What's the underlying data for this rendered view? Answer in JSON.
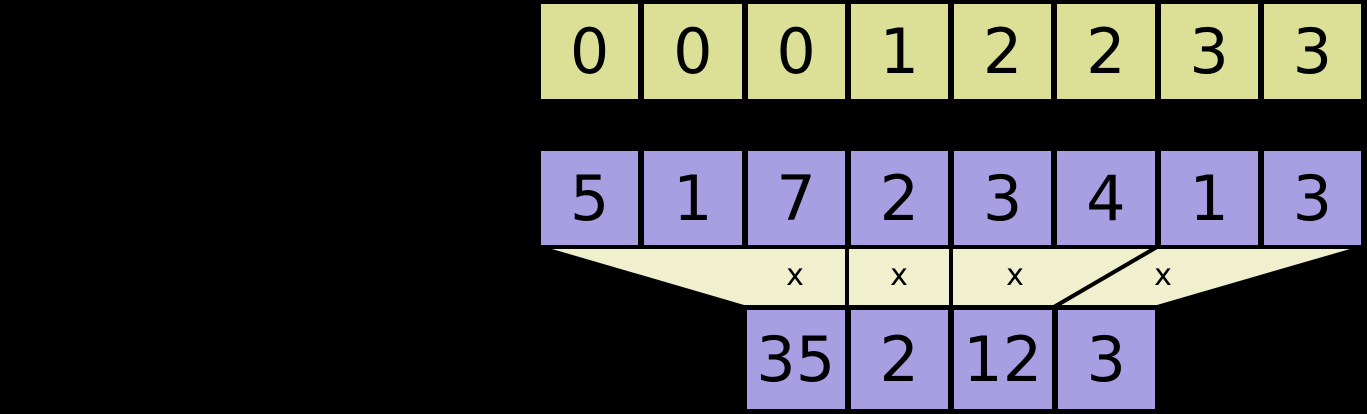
{
  "diagram": {
    "title": "segmented-reduction",
    "background_color": "#000000",
    "colors": {
      "segment_fill": "#dcdf96",
      "value_fill": "#a89ee2",
      "connector_fill": "#f0f0ce",
      "stroke": "#000000"
    }
  },
  "segment_row": {
    "name": "segment-ids",
    "fill": "#dcdf96",
    "cells": [
      "0",
      "0",
      "0",
      "1",
      "2",
      "2",
      "3",
      "3"
    ]
  },
  "value_row": {
    "name": "values",
    "fill": "#a89ee2",
    "cells": [
      "5",
      "1",
      "7",
      "2",
      "3",
      "4",
      "1",
      "3"
    ]
  },
  "connector": {
    "name": "reduction-connector",
    "fill": "#f0f0ce",
    "operators": [
      "x",
      "x",
      "x",
      "x"
    ],
    "spans": [
      3,
      1,
      2,
      2
    ]
  },
  "result_row": {
    "name": "reduced-values",
    "fill": "#a89ee2",
    "cells": [
      "35",
      "2",
      "12",
      "3"
    ]
  }
}
